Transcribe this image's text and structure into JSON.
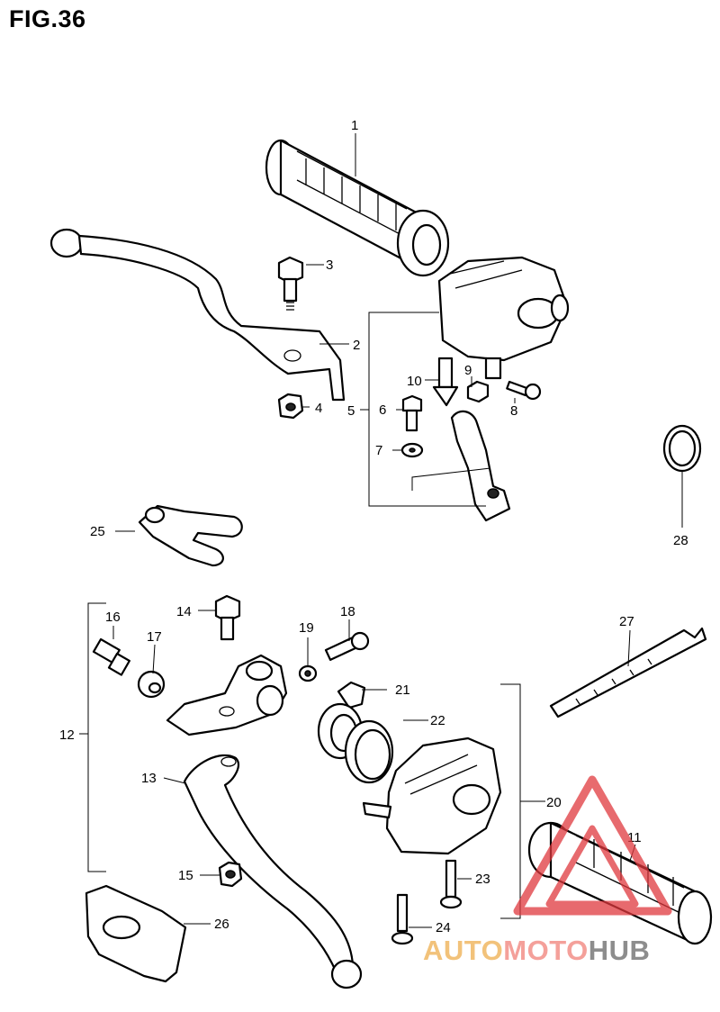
{
  "figure": {
    "title": "FIG.36"
  },
  "labels": {
    "l1": "1",
    "l2": "2",
    "l3": "3",
    "l4": "4",
    "l5": "5",
    "l6": "6",
    "l7": "7",
    "l8": "8",
    "l9": "9",
    "l10": "10",
    "l11": "11",
    "l12": "12",
    "l13": "13",
    "l14": "14",
    "l15": "15",
    "l16": "16",
    "l17": "17",
    "l18": "18",
    "l19": "19",
    "l20": "20",
    "l21": "21",
    "l22": "22",
    "l23": "23",
    "l24": "24",
    "l25": "25",
    "l26": "26",
    "l27": "27",
    "l28": "28"
  },
  "watermark": {
    "part1": "AUTO",
    "part2": "MOTO",
    "part3": "HUB"
  },
  "colors": {
    "watermark_red": "#e0393e",
    "watermark_orange": "#f2c27a",
    "watermark_gray": "#8d8d8d"
  }
}
